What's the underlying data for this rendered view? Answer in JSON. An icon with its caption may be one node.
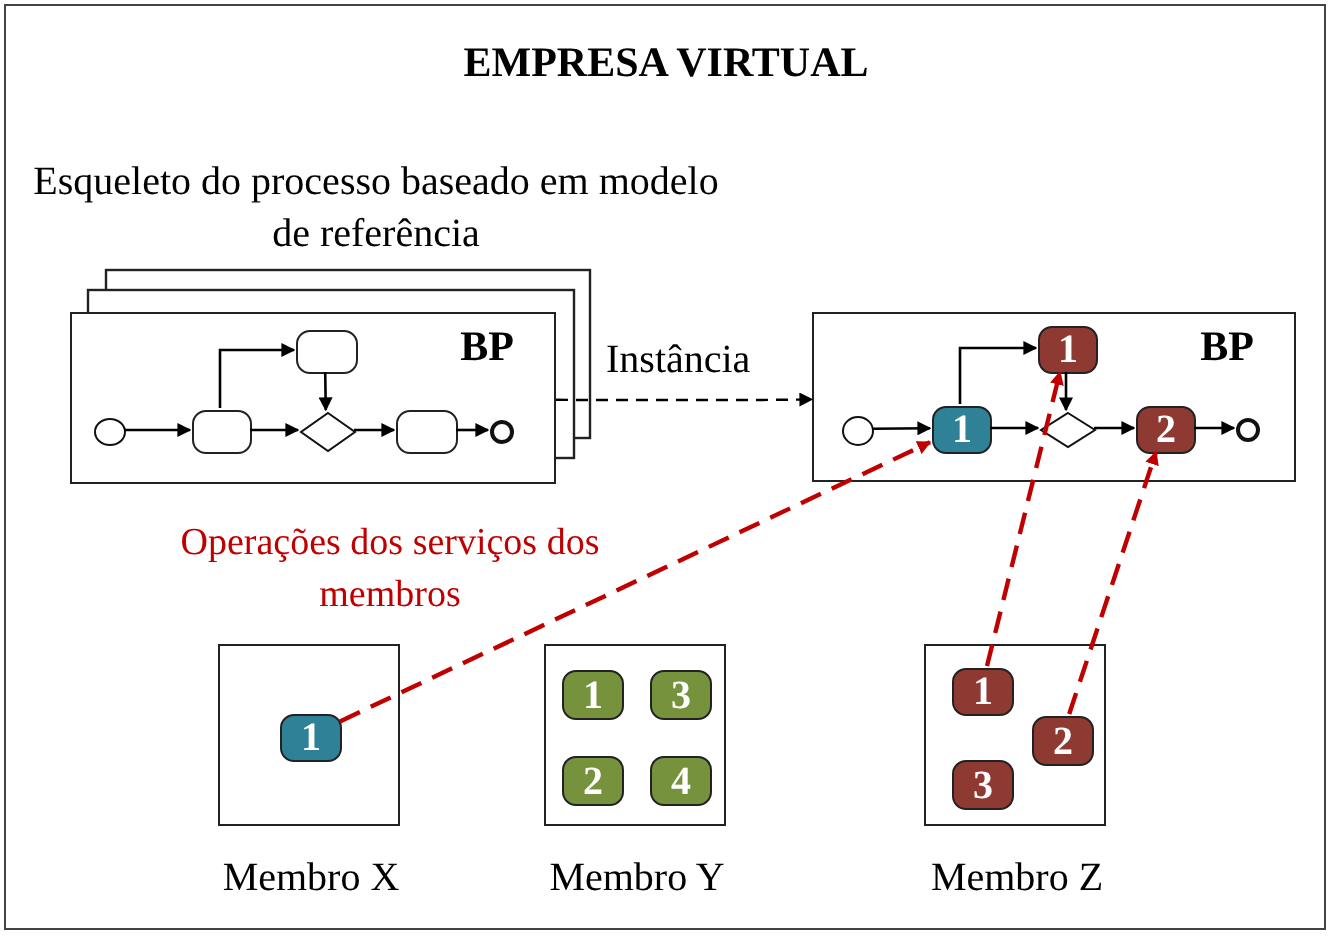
{
  "diagram": {
    "title": "EMPRESA VIRTUAL",
    "nodes": [
      {
        "text": [
          "BP"
        ]
      },
      {
        "text": [],
        "shape": "circle",
        "in": 0
      },
      {
        "text": [],
        "shape": "box",
        "in": 0
      },
      {
        "text": [],
        "shape": "box",
        "in": 0
      },
      {
        "text": [],
        "shape": "diamond",
        "in": 0
      },
      {
        "text": [],
        "shape": "box",
        "in": 0
      },
      {
        "text": [],
        "shape": "circle",
        "in": 0
      },
      {
        "text": [
          "BP"
        ]
      },
      {
        "text": [],
        "shape": "circle",
        "in": 7
      },
      {
        "text": [
          "1"
        ],
        "in": 7
      },
      {
        "text": [
          "1"
        ],
        "in": 7
      },
      {
        "text": [],
        "shape": "diamond",
        "in": 7
      },
      {
        "text": [
          "2"
        ],
        "in": 7
      },
      {
        "text": [],
        "shape": "circle",
        "in": 7
      },
      {
        "text": [],
        "shape": "box",
        "beside": [
          "Membro X"
        ]
      },
      {
        "text": [
          "1"
        ],
        "in": 14
      },
      {
        "text": [],
        "shape": "box",
        "beside": [
          "Membro Y"
        ]
      },
      {
        "text": [
          "1"
        ],
        "in": 16
      },
      {
        "text": [
          "3"
        ],
        "in": 16
      },
      {
        "text": [
          "2"
        ],
        "in": 16
      },
      {
        "text": [
          "4"
        ],
        "in": 16
      },
      {
        "text": [],
        "shape": "box",
        "beside": [
          "Membro Z"
        ]
      },
      {
        "text": [
          "1"
        ],
        "in": 21
      },
      {
        "text": [
          "2"
        ],
        "in": 21
      },
      {
        "text": [
          "3"
        ],
        "in": 21
      }
    ],
    "edges": [
      {
        "from": 1,
        "to": 2,
        "arrow": "to"
      },
      {
        "from": 2,
        "to": 3,
        "arrow": "to"
      },
      {
        "from": 2,
        "to": 4,
        "arrow": "to"
      },
      {
        "from": 3,
        "to": 4,
        "arrow": "to"
      },
      {
        "from": 4,
        "to": 5,
        "arrow": "to"
      },
      {
        "from": 5,
        "to": 6,
        "arrow": "to"
      },
      {
        "from": 8,
        "to": 9,
        "arrow": "to"
      },
      {
        "from": 9,
        "to": 10,
        "arrow": "to"
      },
      {
        "from": 9,
        "to": 11,
        "arrow": "to"
      },
      {
        "from": 10,
        "to": 11,
        "arrow": "to"
      },
      {
        "from": 11,
        "to": 12,
        "arrow": "to"
      },
      {
        "from": 12,
        "to": 13,
        "arrow": "to"
      },
      {
        "from": 0,
        "to": 7,
        "arrow": "to",
        "label": "Instância",
        "style": "dashed"
      },
      {
        "from": 15,
        "to": 9,
        "arrow": "to",
        "style": "dashed",
        "color": "#c00000"
      },
      {
        "from": 22,
        "to": 10,
        "arrow": "to",
        "style": "dashed",
        "color": "#c00000"
      },
      {
        "from": 23,
        "to": 12,
        "arrow": "to",
        "style": "dashed",
        "color": "#c00000"
      }
    ],
    "labels": [
      "Esqueleto do processo baseado em modelo de referência",
      "Operações dos serviços dos membros"
    ]
  }
}
